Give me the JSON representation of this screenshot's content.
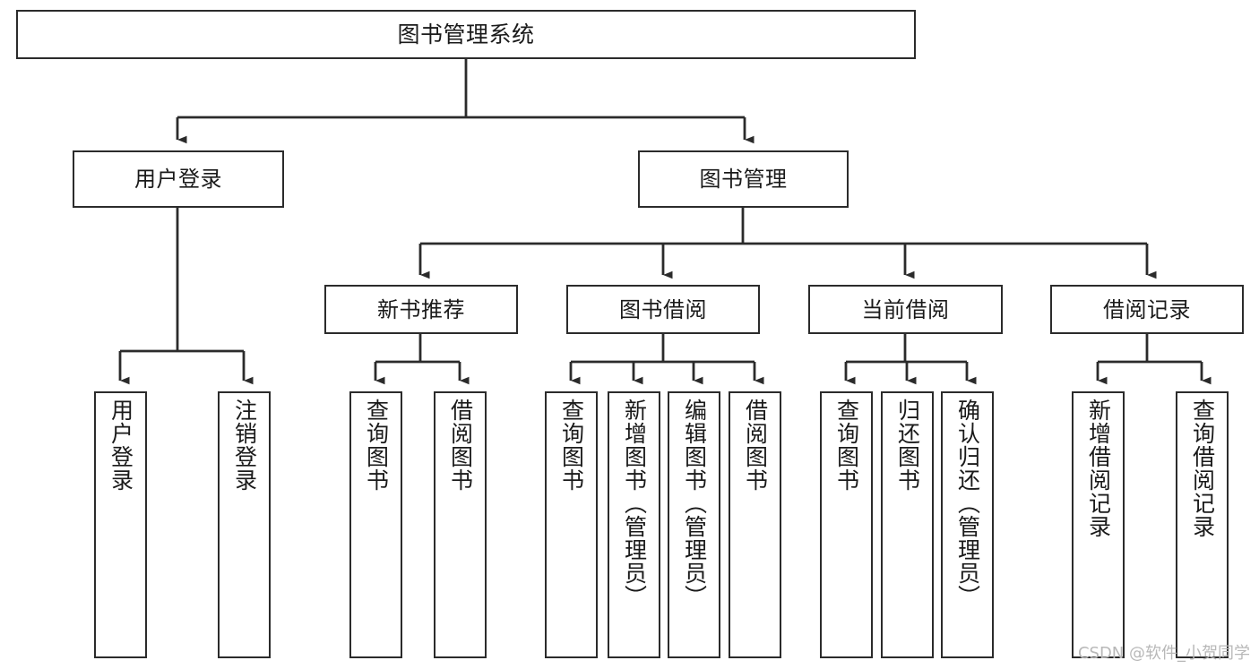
{
  "diagram": {
    "title": "图书管理系统",
    "type": "function-hierarchy-tree",
    "watermark": "CSDN @软件_小贺同学",
    "colors": {
      "stroke": "#2b2b2b",
      "fill": "#ffffff",
      "text": "#1a1a1a",
      "watermark": "#b8b8b8"
    },
    "nodes": {
      "root": {
        "label": "图书管理系统"
      },
      "level2": [
        {
          "id": "user-login",
          "label": "用户登录"
        },
        {
          "id": "book-manage",
          "label": "图书管理"
        }
      ],
      "level3": [
        {
          "id": "new-book-recommend",
          "label": "新书推荐"
        },
        {
          "id": "book-borrow",
          "label": "图书借阅"
        },
        {
          "id": "current-borrow",
          "label": "当前借阅"
        },
        {
          "id": "borrow-record",
          "label": "借阅记录"
        }
      ],
      "leaves": {
        "user-login": [
          {
            "id": "leaf-user-login",
            "label": "用户登录"
          },
          {
            "id": "leaf-logout-login",
            "label": "注销登录"
          }
        ],
        "new-book-recommend": [
          {
            "id": "leaf-query-book-1",
            "label": "查询图书"
          },
          {
            "id": "leaf-borrow-book-1",
            "label": "借阅图书"
          }
        ],
        "book-borrow": [
          {
            "id": "leaf-query-book-2",
            "label": "查询图书"
          },
          {
            "id": "leaf-add-book-admin",
            "label": "新增图书（管理员）"
          },
          {
            "id": "leaf-edit-book-admin",
            "label": "编辑图书（管理员）"
          },
          {
            "id": "leaf-borrow-book-2",
            "label": "借阅图书"
          }
        ],
        "current-borrow": [
          {
            "id": "leaf-query-book-3",
            "label": "查询图书"
          },
          {
            "id": "leaf-return-book",
            "label": "归还图书"
          },
          {
            "id": "leaf-confirm-return-admin",
            "label": "确认归还（管理员）"
          }
        ],
        "borrow-record": [
          {
            "id": "leaf-add-borrow-record",
            "label": "新增借阅记录"
          },
          {
            "id": "leaf-query-borrow-record",
            "label": "查询借阅记录"
          }
        ]
      }
    }
  }
}
